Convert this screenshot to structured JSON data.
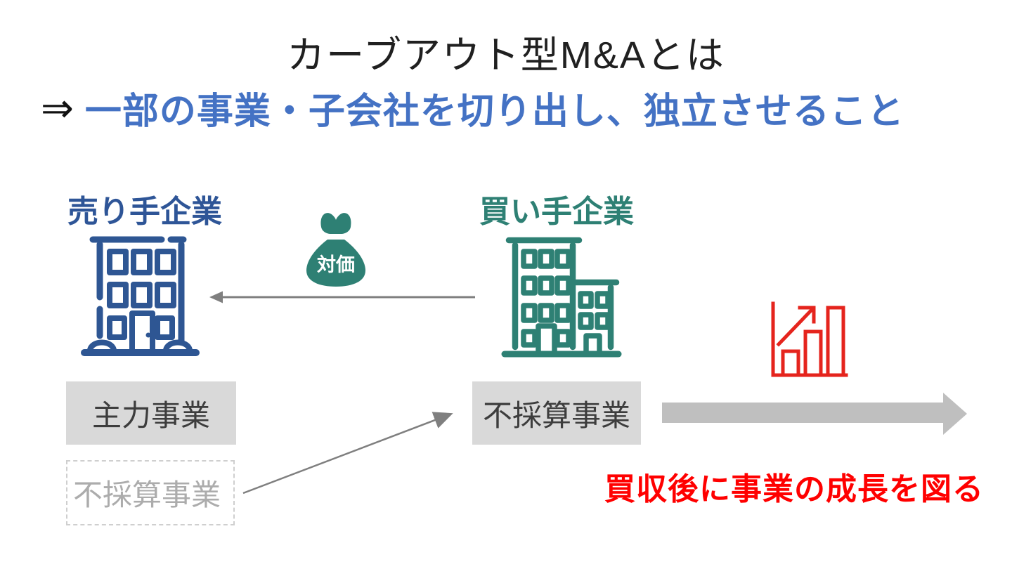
{
  "slide": {
    "title": "カーブアウト型M&Aとは",
    "subtitle_arrow": "⇒",
    "subtitle": "一部の事業・子会社を切り出し、独立させること",
    "caption": "買収後に事業の成長を図る"
  },
  "seller": {
    "label": "売り手企業",
    "boxes": [
      {
        "label": "主力事業",
        "style": "solid-gray"
      },
      {
        "label": "不採算事業",
        "style": "dashed-outline"
      }
    ]
  },
  "buyer": {
    "label": "買い手企業",
    "box": {
      "label": "不採算事業",
      "style": "solid-gray"
    }
  },
  "payment": {
    "label": "対価"
  },
  "icons": {
    "seller_building": "building-outline-icon",
    "buyer_building": "two-buildings-outline-icon",
    "money_bag": "money-bag-icon",
    "growth_chart": "rising-bar-chart-icon",
    "payment_arrow": "thin-left-arrow",
    "carveout_arrow": "thin-diagonal-arrow",
    "growth_arrow": "big-block-right-arrow"
  },
  "colors": {
    "subtitle_blue": "#4472C4",
    "seller_blue": "#2E5597",
    "buyer_teal": "#2E8074",
    "red": "#FF0000",
    "chart_red": "#E5241D",
    "box_gray": "#D9D9D9",
    "dashed_border_gray": "#CFCFCF",
    "muted_text_gray": "#ACACAC",
    "thin_arrow_gray": "#7F7F7F",
    "block_arrow_gray": "#BFBFBF"
  }
}
